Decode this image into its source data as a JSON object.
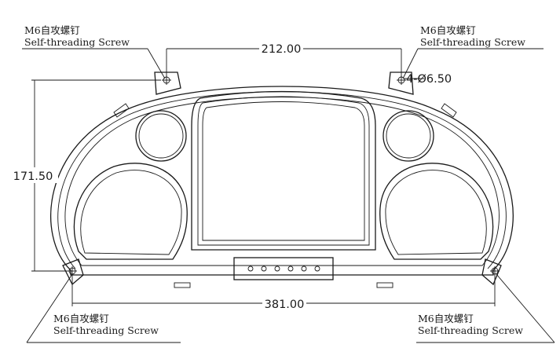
{
  "screw_callouts": {
    "top_left": {
      "line1": "M6自攻螺钉",
      "line2": "Self-threading Screw"
    },
    "top_right": {
      "line1": "M6自攻螺钉",
      "line2": "Self-threading Screw"
    },
    "bottom_left": {
      "line1": "M6自攻螺钉",
      "line2": "Self-threading Screw"
    },
    "bottom_right": {
      "line1": "M6自攻螺钉",
      "line2": "Self-threading Screw"
    }
  },
  "dimensions": {
    "top_width": "212.00",
    "bottom_width": "381.00",
    "height": "171.50",
    "hole_spec": "4-Ø6.50"
  },
  "connector_pins": 6
}
